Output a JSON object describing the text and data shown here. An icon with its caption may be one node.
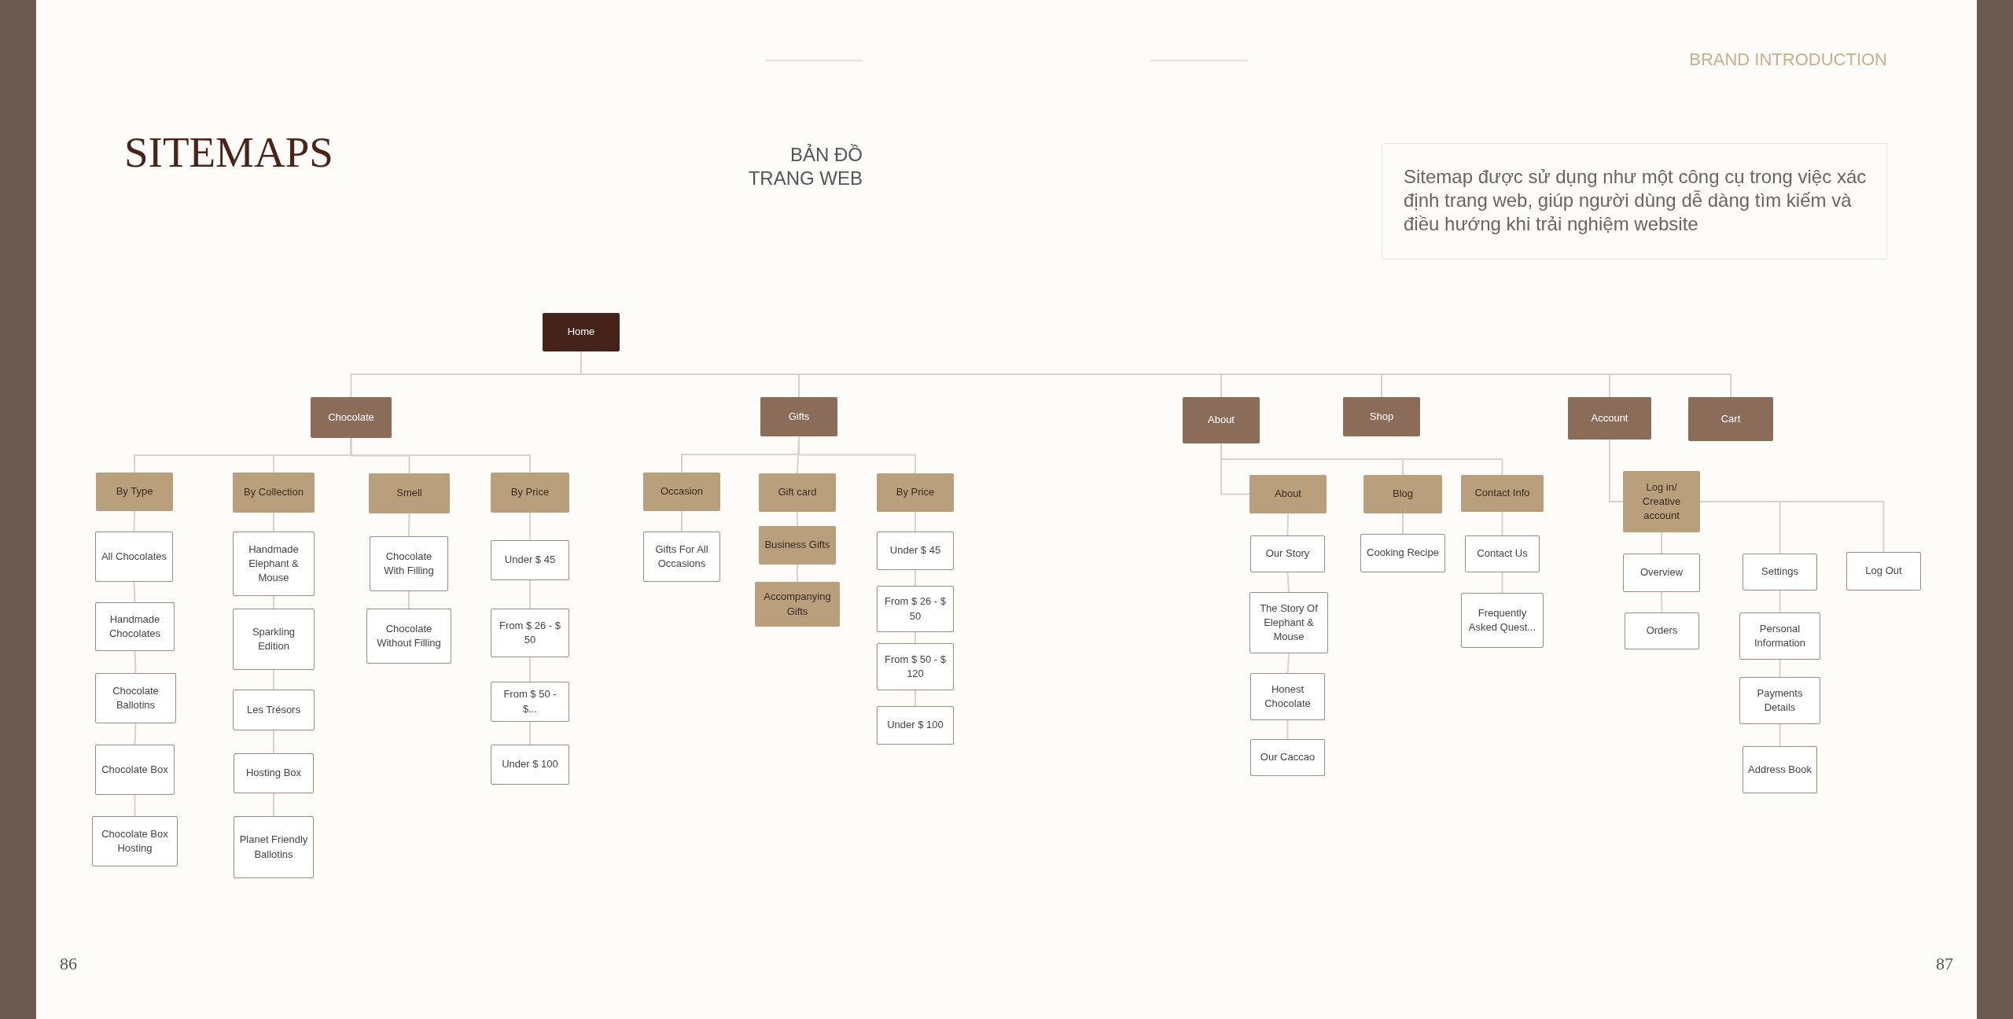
{
  "diagram": {
    "title": "SITEMAPS",
    "nodes": [
      {
        "text": [
          "Home"
        ]
      },
      {
        "text": [
          "Chocolate"
        ]
      },
      {
        "text": [
          "Gifts"
        ]
      },
      {
        "text": [
          "About"
        ]
      },
      {
        "text": [
          "Shop"
        ]
      },
      {
        "text": [
          "Account"
        ]
      },
      {
        "text": [
          "Cart"
        ]
      },
      {
        "text": [
          "By Type"
        ]
      },
      {
        "text": [
          "All Chocolates"
        ]
      },
      {
        "text": [
          "Handmade Chocolates"
        ]
      },
      {
        "text": [
          "Chocolate Ballotins"
        ]
      },
      {
        "text": [
          "Chocolate Box"
        ]
      },
      {
        "text": [
          "Chocolate Box Hosting"
        ]
      },
      {
        "text": [
          "By Collection"
        ]
      },
      {
        "text": [
          "Handmade Elephant & Mouse"
        ]
      },
      {
        "text": [
          "Sparkling Edition"
        ]
      },
      {
        "text": [
          "Les Trésors"
        ]
      },
      {
        "text": [
          "Hosting Box"
        ]
      },
      {
        "text": [
          "Planet Friendly Ballotins"
        ]
      },
      {
        "text": [
          "Smell"
        ]
      },
      {
        "text": [
          "Chocolate With Filling"
        ]
      },
      {
        "text": [
          "Chocolate Without Filling"
        ]
      },
      {
        "text": [
          "By Price"
        ]
      },
      {
        "text": [
          "Under $ 45"
        ]
      },
      {
        "text": [
          "From $ 26 - $ 50"
        ]
      },
      {
        "text": [
          "From $ 50 - $..."
        ]
      },
      {
        "text": [
          "Under $ 100"
        ]
      },
      {
        "text": [
          "Occasion"
        ]
      },
      {
        "text": [
          "Gifts For All Occasions"
        ]
      },
      {
        "text": [
          "Gift card"
        ]
      },
      {
        "text": [
          "Business Gifts"
        ]
      },
      {
        "text": [
          "Accompanying Gifts"
        ]
      },
      {
        "text": [
          "By Price"
        ]
      },
      {
        "text": [
          "Under $ 45"
        ]
      },
      {
        "text": [
          "From $ 26 - $ 50"
        ]
      },
      {
        "text": [
          "From $ 50 - $ 120"
        ]
      },
      {
        "text": [
          "Under $ 100"
        ]
      },
      {
        "text": [
          "About"
        ]
      },
      {
        "text": [
          "Our Story"
        ]
      },
      {
        "text": [
          "The Story Of Elephant & Mouse"
        ]
      },
      {
        "text": [
          "Honest Chocolate"
        ]
      },
      {
        "text": [
          "Our Caccao"
        ]
      },
      {
        "text": [
          "Blog"
        ]
      },
      {
        "text": [
          "Cooking Recipe"
        ]
      },
      {
        "text": [
          "Contact Info"
        ]
      },
      {
        "text": [
          "Contact Us"
        ]
      },
      {
        "text": [
          "Frequently Asked Quest..."
        ]
      },
      {
        "text": [
          "Log in/ Creative account"
        ]
      },
      {
        "text": [
          "Overview"
        ]
      },
      {
        "text": [
          "Orders"
        ]
      },
      {
        "text": [
          "Settings"
        ]
      },
      {
        "text": [
          "Personal Information"
        ]
      },
      {
        "text": [
          "Payments Details"
        ]
      },
      {
        "text": [
          "Address Book"
        ]
      },
      {
        "text": [
          "Log Out"
        ]
      }
    ],
    "edges": [
      {
        "from": 0,
        "to": 1,
        "arrow": "none"
      },
      {
        "from": 0,
        "to": 2,
        "arrow": "none"
      },
      {
        "from": 0,
        "to": 3,
        "arrow": "none"
      },
      {
        "from": 0,
        "to": 4,
        "arrow": "none"
      },
      {
        "from": 0,
        "to": 5,
        "arrow": "none"
      },
      {
        "from": 0,
        "to": 6,
        "arrow": "none"
      },
      {
        "from": 1,
        "to": 7,
        "arrow": "none"
      },
      {
        "from": 1,
        "to": 13,
        "arrow": "none"
      },
      {
        "from": 1,
        "to": 19,
        "arrow": "none"
      },
      {
        "from": 1,
        "to": 22,
        "arrow": "none"
      },
      {
        "from": 7,
        "to": 8,
        "arrow": "none"
      },
      {
        "from": 8,
        "to": 9,
        "arrow": "none"
      },
      {
        "from": 9,
        "to": 10,
        "arrow": "none"
      },
      {
        "from": 10,
        "to": 11,
        "arrow": "none"
      },
      {
        "from": 11,
        "to": 12,
        "arrow": "none"
      },
      {
        "from": 13,
        "to": 14,
        "arrow": "none"
      },
      {
        "from": 14,
        "to": 15,
        "arrow": "none"
      },
      {
        "from": 15,
        "to": 16,
        "arrow": "none"
      },
      {
        "from": 16,
        "to": 17,
        "arrow": "none"
      },
      {
        "from": 17,
        "to": 18,
        "arrow": "none"
      },
      {
        "from": 19,
        "to": 20,
        "arrow": "none"
      },
      {
        "from": 20,
        "to": 21,
        "arrow": "none"
      },
      {
        "from": 22,
        "to": 23,
        "arrow": "none"
      },
      {
        "from": 23,
        "to": 24,
        "arrow": "none"
      },
      {
        "from": 24,
        "to": 25,
        "arrow": "none"
      },
      {
        "from": 25,
        "to": 26,
        "arrow": "none"
      },
      {
        "from": 2,
        "to": 27,
        "arrow": "none"
      },
      {
        "from": 2,
        "to": 29,
        "arrow": "none"
      },
      {
        "from": 2,
        "to": 32,
        "arrow": "none"
      },
      {
        "from": 27,
        "to": 28,
        "arrow": "none"
      },
      {
        "from": 29,
        "to": 30,
        "arrow": "none"
      },
      {
        "from": 30,
        "to": 31,
        "arrow": "none"
      },
      {
        "from": 32,
        "to": 33,
        "arrow": "none"
      },
      {
        "from": 33,
        "to": 34,
        "arrow": "none"
      },
      {
        "from": 34,
        "to": 35,
        "arrow": "none"
      },
      {
        "from": 35,
        "to": 36,
        "arrow": "none"
      },
      {
        "from": 3,
        "to": 37,
        "arrow": "none"
      },
      {
        "from": 3,
        "to": 42,
        "arrow": "none"
      },
      {
        "from": 3,
        "to": 44,
        "arrow": "none"
      },
      {
        "from": 37,
        "to": 38,
        "arrow": "none"
      },
      {
        "from": 38,
        "to": 39,
        "arrow": "none"
      },
      {
        "from": 39,
        "to": 40,
        "arrow": "none"
      },
      {
        "from": 40,
        "to": 41,
        "arrow": "none"
      },
      {
        "from": 42,
        "to": 43,
        "arrow": "none"
      },
      {
        "from": 44,
        "to": 45,
        "arrow": "none"
      },
      {
        "from": 45,
        "to": 46,
        "arrow": "none"
      },
      {
        "from": 5,
        "to": 47,
        "arrow": "none"
      },
      {
        "from": 47,
        "to": 48,
        "arrow": "none"
      },
      {
        "from": 48,
        "to": 49,
        "arrow": "none"
      },
      {
        "from": 47,
        "to": 50,
        "arrow": "none"
      },
      {
        "from": 50,
        "to": 51,
        "arrow": "none"
      },
      {
        "from": 51,
        "to": 52,
        "arrow": "none"
      },
      {
        "from": 52,
        "to": 53,
        "arrow": "none"
      },
      {
        "from": 47,
        "to": 54,
        "arrow": "none"
      }
    ],
    "labels": [
      "BRAND INTRODUCTION",
      "BẢN ĐỒ TRANG WEB",
      "Sitemap được sử dụng như một công cụ trong việc xác định trang web, giúp người dùng dễ dàng tìm kiếm và điều hướng khi trải nghiệm website",
      "86",
      "87"
    ]
  }
}
